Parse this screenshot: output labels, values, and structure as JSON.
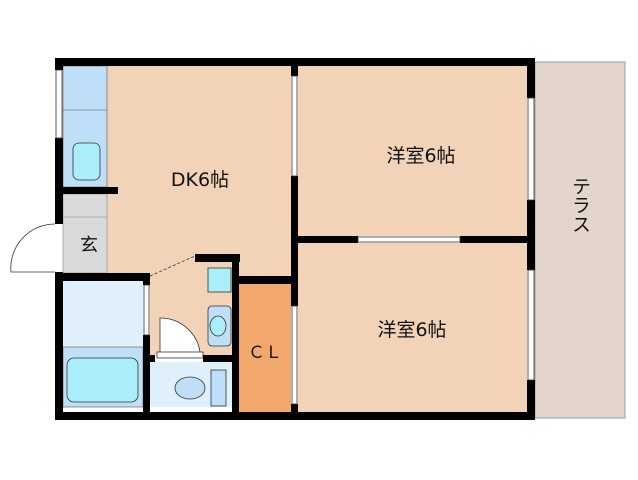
{
  "rooms": {
    "dk": "DK6帖",
    "western_upper": "洋室6帖",
    "western_lower": "洋室6帖",
    "closet": "ＣＬ",
    "entrance": "玄",
    "terrace": "テラス"
  },
  "colors": {
    "room": "#f2d3b8",
    "closet": "#f2a86c",
    "wet_area": "#dff0fb",
    "fixture": "#a9eef8",
    "kitchen": "#bfdff8",
    "entrance": "#d9d9d9",
    "terrace": "#e3d5cc",
    "wall": "#000000"
  }
}
